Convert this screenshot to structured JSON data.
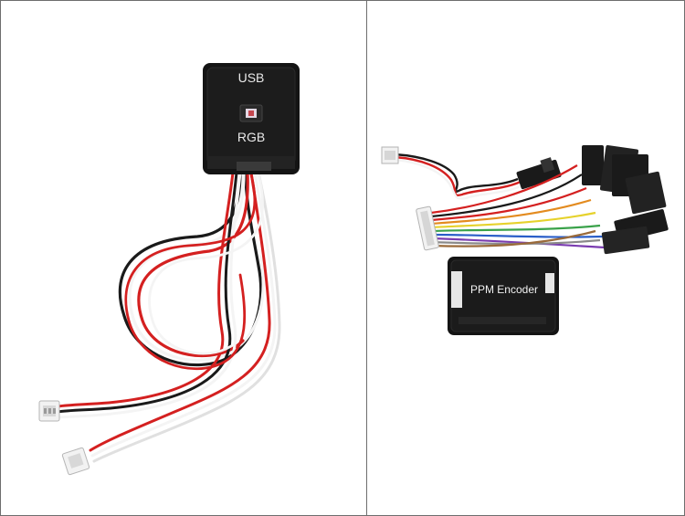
{
  "product_photos": {
    "left": {
      "led_module": {
        "label_top": "USB",
        "label_bottom": "RGB"
      }
    },
    "right": {
      "encoder_module": {
        "label": "PPM Encoder"
      }
    }
  },
  "colors": {
    "border": "#6e6e6e",
    "case_black": "#141414",
    "wire_red": "#d42020",
    "wire_white": "#f4f4f4",
    "wire_black": "#1a1a1a"
  }
}
